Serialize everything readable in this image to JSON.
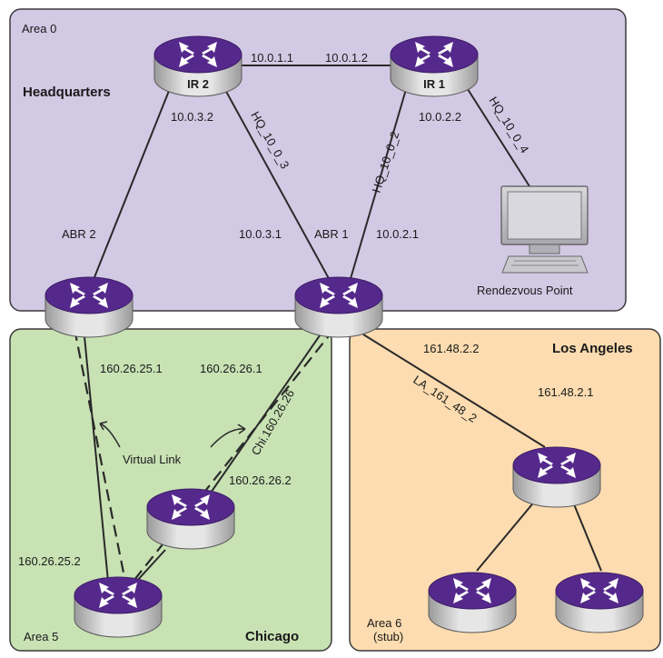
{
  "areas": {
    "area0": {
      "label": "Area 0",
      "site": "Headquarters"
    },
    "area5": {
      "label": "Area 5",
      "site": "Chicago"
    },
    "area6": {
      "label": "Area 6",
      "label_line2": "(stub)",
      "site": "Los Angeles"
    }
  },
  "routers": {
    "ir2": "IR 2",
    "ir1": "IR 1"
  },
  "labels": {
    "abr2": "ABR 2",
    "abr1": "ABR 1",
    "rendezvous": "Rendezvous Point",
    "virtual_link": "Virtual Link"
  },
  "links": {
    "ir2_ir1_left": "10.0.1.1",
    "ir2_ir1_right": "10.0.1.2",
    "ir2_abr2": "10.0.3.2",
    "hq_10_0_3": "HQ_10_0_3",
    "abr1_10_0_3": "10.0.3.1",
    "hq_10_0_2": "HQ_10_0_2",
    "ir1_10_0_2": "10.0.2.2",
    "abr1_10_0_2": "10.0.2.1",
    "hq_10_0_4": "HQ_10_0_4",
    "abr2_chicago": "160.26.25.1",
    "abr1_chicago": "160.26.26.1",
    "chi_160_26_26": "Chi.160.26.26",
    "chi_router_top": "160.26.26.2",
    "chi_router_bottom": "160.26.25.2",
    "la_161_48_2": "LA_161_48_2",
    "abr1_la": "161.48.2.2",
    "la_router": "161.48.2.1"
  },
  "colors": {
    "area0_fill": "#d2c9e4",
    "area5_fill": "#c8e2b4",
    "area6_fill": "#fcdcb0",
    "router_top": "#5a2d91",
    "router_body": "#c8c8c8",
    "border": "#3a3a3a"
  }
}
